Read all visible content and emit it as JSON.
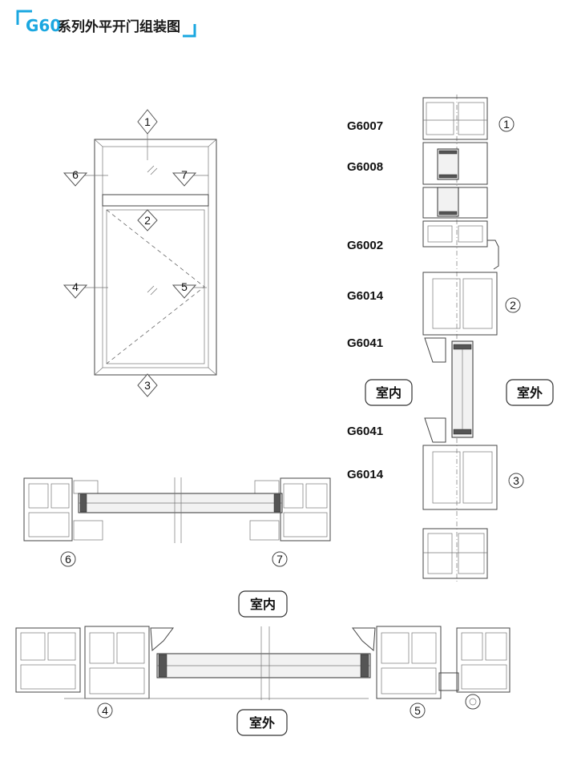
{
  "title": {
    "prefix": "G60",
    "text": "系列外平开门组装图",
    "accent_color": "#1aa7e0"
  },
  "elevation": {
    "callouts": [
      "1",
      "2",
      "3",
      "4",
      "5",
      "6",
      "7"
    ]
  },
  "vertical_section": {
    "profiles": [
      "G6007",
      "G6008",
      "G6002",
      "G6014",
      "G6041",
      "G6041",
      "G6014"
    ],
    "markers": [
      "1",
      "2",
      "3"
    ],
    "indoor_label": "室内",
    "outdoor_label": "室外"
  },
  "transom_section": {
    "markers": [
      "6",
      "7"
    ]
  },
  "door_section": {
    "indoor_label": "室内",
    "outdoor_label": "室外",
    "markers": [
      "4",
      "5"
    ]
  },
  "colors": {
    "accent": "#1aa7e0",
    "line": "#444444",
    "text": "#111111"
  }
}
